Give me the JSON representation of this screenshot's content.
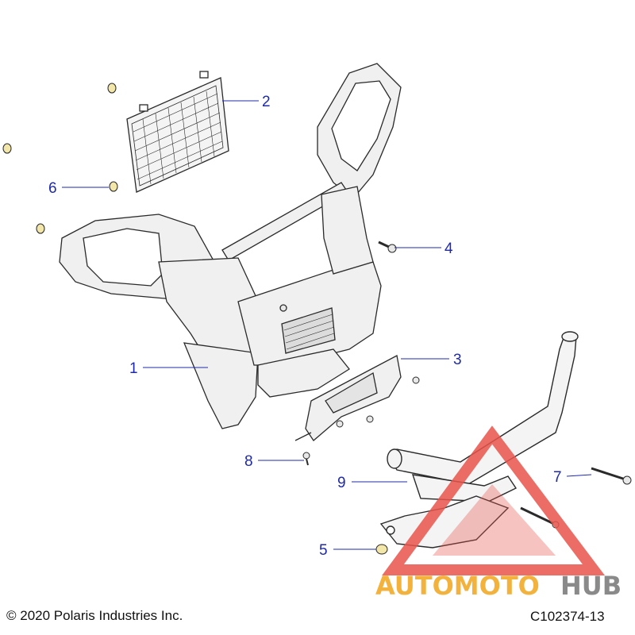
{
  "callouts": [
    {
      "number": "1"
    },
    {
      "number": "2"
    },
    {
      "number": "3"
    },
    {
      "number": "4"
    },
    {
      "number": "5"
    },
    {
      "number": "6"
    },
    {
      "number": "7"
    },
    {
      "number": "8"
    },
    {
      "number": "9"
    }
  ],
  "footer": {
    "copyright": "© 2020 Polaris Industries Inc.",
    "diagram_code": "C102374-13"
  },
  "watermark": {
    "brand_part1": "AUTOMOTO",
    "brand_part2": "HUB"
  },
  "colors": {
    "callout": "#1f2aa8",
    "line_art": "#2a2a2a",
    "part_fill": "#f2f2f2",
    "watermark_red": "#e8534a",
    "watermark_orange": "#f3b23c",
    "watermark_gray": "#8a8a8a"
  }
}
